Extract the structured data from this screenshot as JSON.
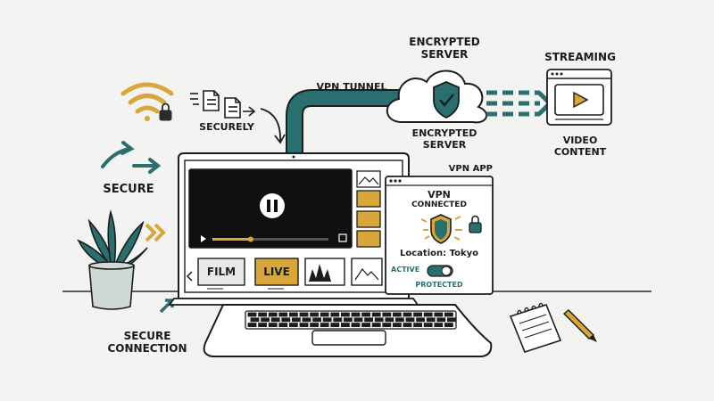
{
  "labels": {
    "securely": "SECURELY",
    "secure": "SECURE",
    "secure_connection": "SECURE\nCONNECTION",
    "vpn_tunnel": "VPN TUNNEL",
    "encrypted_server_top": "ENCRYPTED\nSERVER",
    "encrypted_server_bottom": "ENCRYPTED\nSERVER",
    "streaming": "STREAMING",
    "video_content": "VIDEO\nCONTENT"
  },
  "player": {
    "chips": [
      "FILM",
      "LIVE"
    ],
    "progress": 0.33
  },
  "vpn_app": {
    "window_title": "VPN APP",
    "status_line1": "VPN",
    "status_line2": "CONNECTED",
    "location": "Location: Tokyo",
    "toggle_label": "ACTIVE",
    "toggle_on": true,
    "protected": "PROTECTED"
  },
  "colors": {
    "teal": "#2a6f6f",
    "mustard": "#d9a63a",
    "ink": "#1d1d1d",
    "paper": "#f3f3f1"
  },
  "icons": [
    "wifi-lock-icon",
    "documents-icon",
    "shield-check-icon",
    "play-icon",
    "pause-icon",
    "padlock-icon",
    "plant-icon",
    "notepad-icon",
    "pencil-icon"
  ]
}
